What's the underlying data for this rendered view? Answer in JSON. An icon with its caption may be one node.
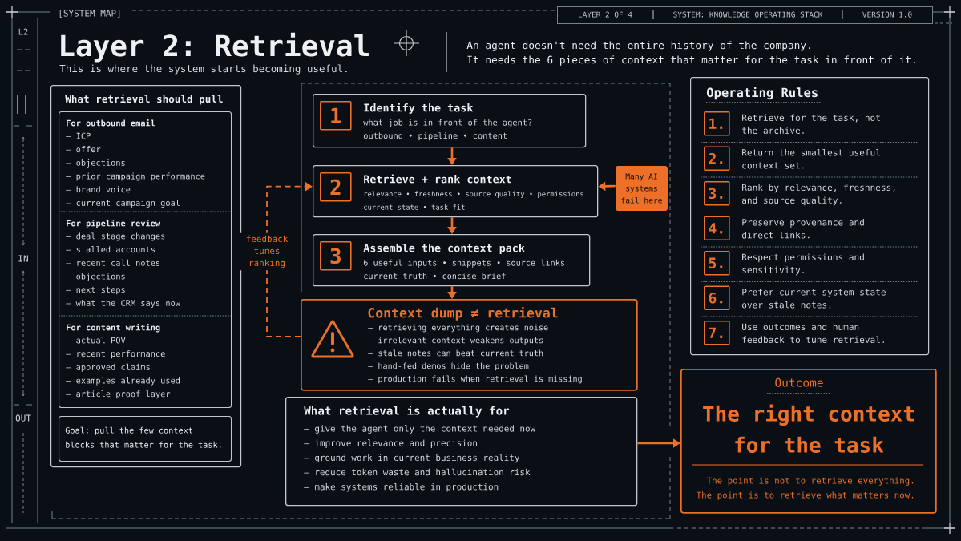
{
  "diagram": {
    "title": "Layer 2: Retrieval",
    "nodes": [
      {
        "text": [
          "LAYER 2 OF 4",
          "SYSTEM: KNOWLEDGE OPERATING STACK",
          "VERSION 1.0"
        ]
      },
      {
        "text": [
          "What retrieval should pull"
        ]
      },
      {
        "text": [],
        "shape": "box",
        "in": 1
      },
      {
        "text": [
          "For outbound email",
          "— ICP",
          "— offer",
          "— objections",
          "— prior campaign performance",
          "— brand voice",
          "— current campaign goal"
        ],
        "in": 2
      },
      {
        "text": [
          "For pipeline review",
          "— deal stage changes",
          "— stalled accounts",
          "— recent call notes",
          "— objections",
          "— next steps",
          "— what the CRM says now"
        ],
        "in": 2
      },
      {
        "text": [
          "For content writing",
          "— actual POV",
          "— recent performance",
          "— approved claims",
          "— examples already used",
          "— article proof layer"
        ],
        "in": 2
      },
      {
        "text": [
          "Goal: pull the few context blocks that matter for the task."
        ],
        "in": 1
      },
      {
        "text": [
          "Identify the task",
          "what job is in front of the agent?",
          "outbound • pipeline • content"
        ]
      },
      {
        "text": [
          "1"
        ],
        "in": 7
      },
      {
        "text": [
          "Retrieve + rank context",
          "relevance • freshness • source quality • permissions current state • task fit"
        ]
      },
      {
        "text": [
          "2"
        ],
        "in": 9
      },
      {
        "text": [
          "Assemble the context pack",
          "6 useful inputs • snippets • source links current truth • concise brief"
        ]
      },
      {
        "text": [
          "3"
        ],
        "in": 11
      },
      {
        "text": [
          "Many AI systems fail here"
        ]
      },
      {
        "text": [
          "Context dump ≠ retrieval",
          "— retrieving everything creates noise",
          "— irrelevant context weakens outputs",
          "— stale notes can beat current truth",
          "— hand-fed demos hide the problem",
          "— production fails when retrieval is missing"
        ]
      },
      {
        "text": [
          "What retrieval is actually for",
          "— give the agent only the context needed now",
          "— improve relevance and precision",
          "— ground work in current business reality",
          "— reduce token waste and hallucination risk",
          "— make systems reliable in production"
        ]
      },
      {
        "text": [
          "Operating Rules"
        ]
      },
      {
        "text": [
          "1."
        ],
        "beside": [
          "Retrieve for the task, not the archive."
        ],
        "in": 16
      },
      {
        "text": [
          "2."
        ],
        "beside": [
          "Return the smallest useful context set."
        ],
        "in": 16
      },
      {
        "text": [
          "3."
        ],
        "beside": [
          "Rank by relevance, freshness, and source quality."
        ],
        "in": 16
      },
      {
        "text": [
          "4."
        ],
        "beside": [
          "Preserve provenance and direct links."
        ],
        "in": 16
      },
      {
        "text": [
          "5."
        ],
        "beside": [
          "Respect permissions and sensitivity."
        ],
        "in": 16
      },
      {
        "text": [
          "6."
        ],
        "beside": [
          "Prefer current system state over stale notes."
        ],
        "in": 16
      },
      {
        "text": [
          "7."
        ],
        "beside": [
          "Use outcomes and human feedback to tune retrieval."
        ],
        "in": 16
      },
      {
        "text": [
          "Outcome",
          "The right context for the task",
          "The point is not to retrieve everything.",
          "The point is to retrieve what matters now."
        ]
      }
    ],
    "edges": [
      {
        "from": 7,
        "to": 9,
        "arrow": "to"
      },
      {
        "from": 9,
        "to": 11,
        "arrow": "to"
      },
      {
        "from": 11,
        "to": 14,
        "arrow": "to"
      },
      {
        "from": 13,
        "to": 9,
        "arrow": "to"
      },
      {
        "from": 14,
        "to": 9,
        "arrow": "to",
        "label": "feedback tunes ranking",
        "style": "dashed"
      },
      {
        "from": 15,
        "to": 24,
        "arrow": "to"
      }
    ],
    "labels": [
      "[SYSTEM MAP]",
      "L2",
      "This is where the system starts becoming useful.",
      "An agent doesn't need the entire history of the company.",
      "It needs the 6 pieces of context that matter for the task in front of it.",
      "IN",
      "OUT"
    ]
  }
}
